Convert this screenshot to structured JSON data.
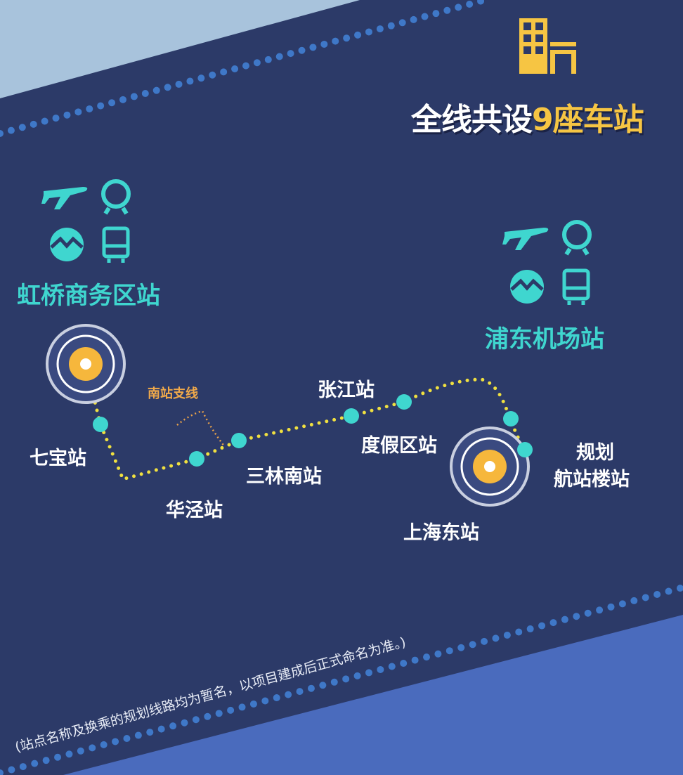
{
  "title": {
    "prefix": "全线共设",
    "count": "9",
    "suffix": "座车站"
  },
  "icons": {
    "title_icon": "building-icon",
    "transfer": [
      "airplane-icon",
      "railway-icon",
      "metro-icon",
      "bus-icon"
    ]
  },
  "hubs": {
    "hongqiao": "虹桥商务区站",
    "pudong_airport": "浦东机场站"
  },
  "stations": {
    "qibao": "七宝站",
    "huajing": "华泾站",
    "sanlin_south": "三林南站",
    "zhangjiang": "张江站",
    "resort": "度假区站",
    "shanghai_east": "上海东站",
    "terminal_line1": "规划",
    "terminal_line2": "航站楼站"
  },
  "branch_label": "南站支线",
  "note": "(站点名称及换乘的规划线路均为暂名，以项目建成后正式命名为准。)",
  "colors": {
    "navy": "#2c3a68",
    "yellow": "#f6c543",
    "cyan": "#3fd6cf",
    "dot_blue": "#3f78c8",
    "light_blue": "#a8c3dc",
    "bottom_blue": "#4a6bbd"
  }
}
